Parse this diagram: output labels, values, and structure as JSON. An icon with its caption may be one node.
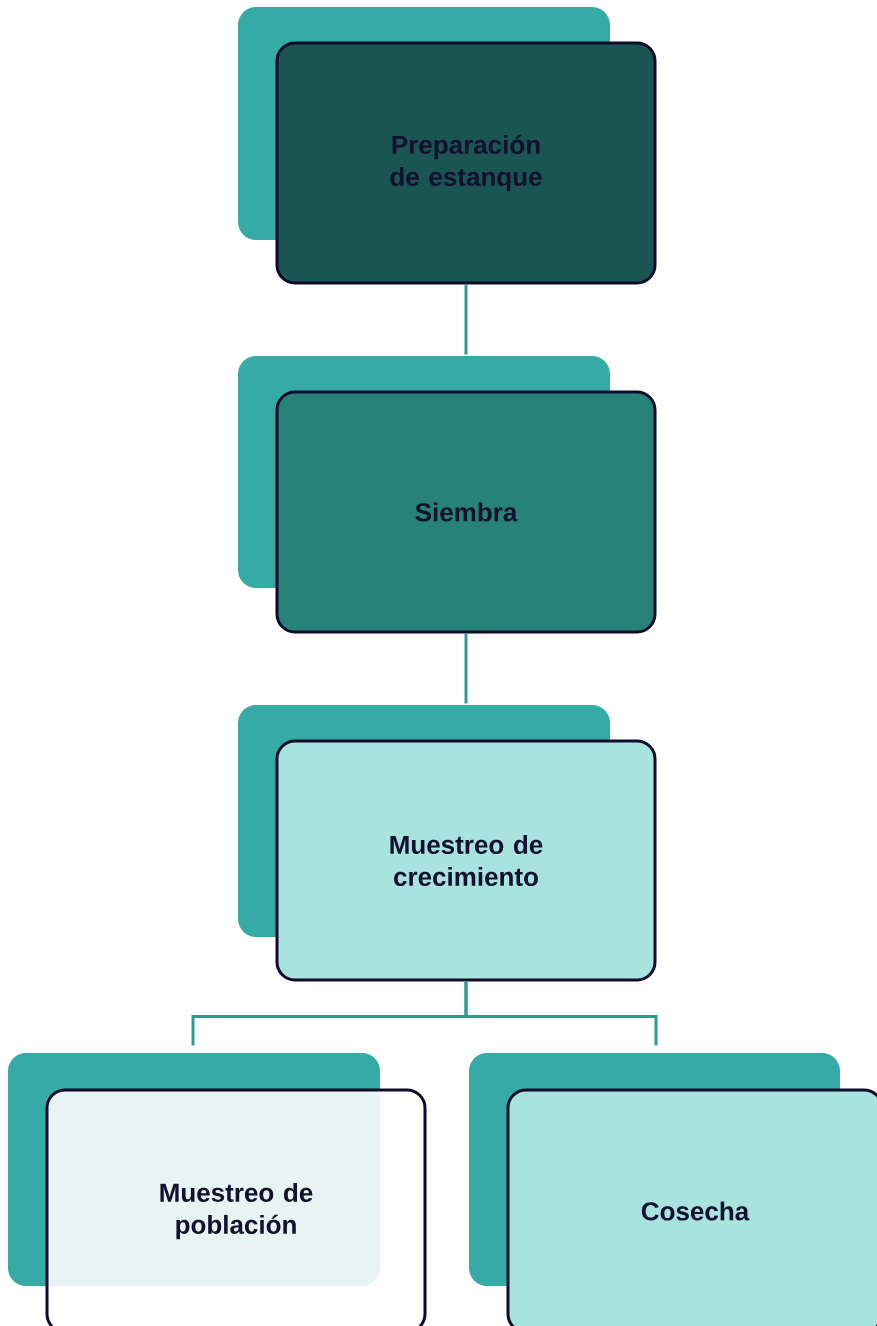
{
  "diagram": {
    "nodes": [
      {
        "text": [
          "Preparación de estanque"
        ]
      },
      {
        "text": [
          "Siembra"
        ]
      },
      {
        "text": [
          "Muestreo de crecimiento"
        ]
      },
      {
        "text": [
          "Muestreo de población"
        ]
      },
      {
        "text": [
          "Cosecha"
        ]
      }
    ],
    "edges": [
      {
        "from": 0,
        "to": 1,
        "arrow": "none"
      },
      {
        "from": 1,
        "to": 2,
        "arrow": "none"
      },
      {
        "from": 2,
        "to": 3,
        "arrow": "none"
      },
      {
        "from": 2,
        "to": 4,
        "arrow": "none"
      }
    ]
  }
}
